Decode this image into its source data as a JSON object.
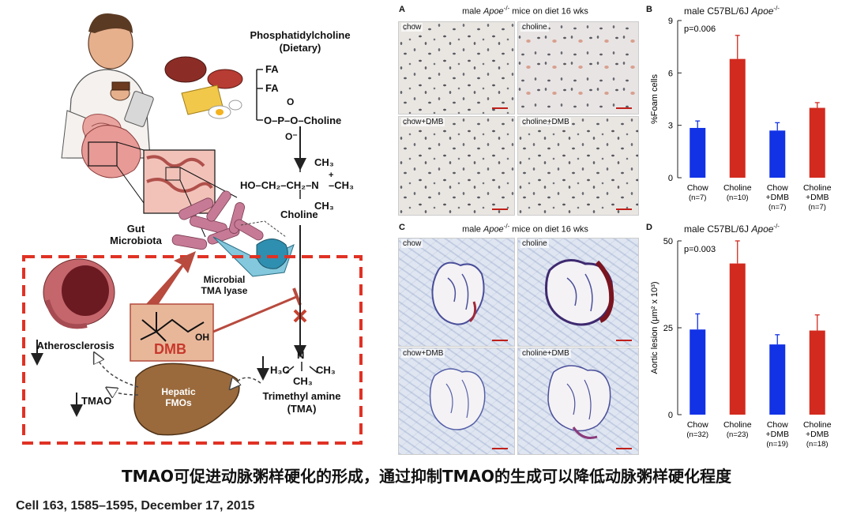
{
  "schematic": {
    "pc_title_line1": "Phosphatidylcholine",
    "pc_title_line2": "(Dietary)",
    "fa1": "FA",
    "fa2": "FA",
    "o_top": "O",
    "p_line": "O–P–O–Choline",
    "o_bottom": "O⁻",
    "choline_formula_left": "HO–CH₂–CH₂–N",
    "ch3_top": "CH₃",
    "plus": "+",
    "ch3_right": "–CH₃",
    "ch3_bottom": "CH₃",
    "choline": "Choline",
    "gut_microbiota_line1": "Gut",
    "gut_microbiota_line2": "Microbiota",
    "lyase_line1": "Microbial",
    "lyase_line2": "TMA lyase",
    "dmb": "DMB",
    "oh": "OH",
    "atherosclerosis": "Atherosclerosis",
    "hepatic_line1": "Hepatic",
    "hepatic_line2": "FMOs",
    "tmao": "TMAO",
    "n_label": "N",
    "h3c": "H₃C",
    "ch3_r": "CH₃",
    "ch3_b": "CH₃",
    "tma_line1": "Trimethyl amine",
    "tma_line2": "(TMA)",
    "down_arrow": "↓"
  },
  "panel_a": {
    "letter": "A",
    "title_pre": "male ",
    "title_italic": "Apoe",
    "title_sup": "-/-",
    "title_post": " mice on diet 16 wks",
    "images": [
      "chow",
      "choline",
      "chow+DMB",
      "choline+DMB"
    ]
  },
  "panel_c": {
    "letter": "C",
    "title_pre": "male ",
    "title_italic": "Apoe",
    "title_sup": "-/-",
    "title_post": " mice on diet 16 wks",
    "images": [
      "chow",
      "choline",
      "chow+DMB",
      "choline+DMB"
    ]
  },
  "panel_b": {
    "letter": "B",
    "title_pre": "male  C57BL/6J ",
    "title_italic": "Apoe",
    "title_sup": "-/-"
  },
  "panel_d": {
    "letter": "D",
    "title_pre": "male  C57BL/6J ",
    "title_italic": "Apoe",
    "title_sup": "-/-"
  },
  "chart_data": [
    {
      "type": "bar",
      "title": "male  C57BL/6J Apoe-/-",
      "annotation": "p=0.006",
      "ylabel": "%Foam cells",
      "ylim": [
        0,
        9
      ],
      "yticks": [
        0,
        3,
        6,
        9
      ],
      "categories": [
        "Chow",
        "Choline",
        "Chow +DMB",
        "Choline +DMB"
      ],
      "category_lines": [
        [
          "Chow",
          "(n=7)"
        ],
        [
          "Choline",
          "(n=10)"
        ],
        [
          "Chow",
          "+DMB",
          "(n=7)"
        ],
        [
          "Choline",
          "+DMB",
          "(n=7)"
        ]
      ],
      "values": [
        2.85,
        6.8,
        2.7,
        4.0
      ],
      "errors": [
        0.4,
        1.35,
        0.45,
        0.3
      ],
      "colors": [
        "#1232e6",
        "#d22a1e",
        "#1232e6",
        "#d22a1e"
      ]
    },
    {
      "type": "bar",
      "title": "male  C57BL/6J Apoe-/-",
      "annotation": "p=0.003",
      "ylabel": "Aortic lesion (μm² x 10³)",
      "ylim": [
        0,
        50
      ],
      "yticks": [
        0,
        25,
        50
      ],
      "categories": [
        "Chow",
        "Choline",
        "Chow +DMB",
        "Choline +DMB"
      ],
      "category_lines": [
        [
          "Chow",
          "(n=32)"
        ],
        [
          "Choline",
          "(n=23)"
        ],
        [
          "Chow",
          "+DMB",
          "(n=19)"
        ],
        [
          "Choline",
          "+DMB",
          "(n=18)"
        ]
      ],
      "values": [
        24.5,
        43.5,
        20.2,
        24.2
      ],
      "errors": [
        4.5,
        6.5,
        2.8,
        4.5
      ],
      "colors": [
        "#1232e6",
        "#d22a1e",
        "#1232e6",
        "#d22a1e"
      ]
    }
  ],
  "caption": "TMAO可促进动脉粥样硬化的形成，通过抑制TMAO的生成可以降低动脉粥样硬化程度",
  "citation": "Cell 163, 1585–1595, December 17, 2015",
  "colors": {
    "red_box": "#e03224",
    "blue_bar": "#1232e6",
    "red_bar": "#d22a1e",
    "dmb_box": "#e8b79a"
  }
}
